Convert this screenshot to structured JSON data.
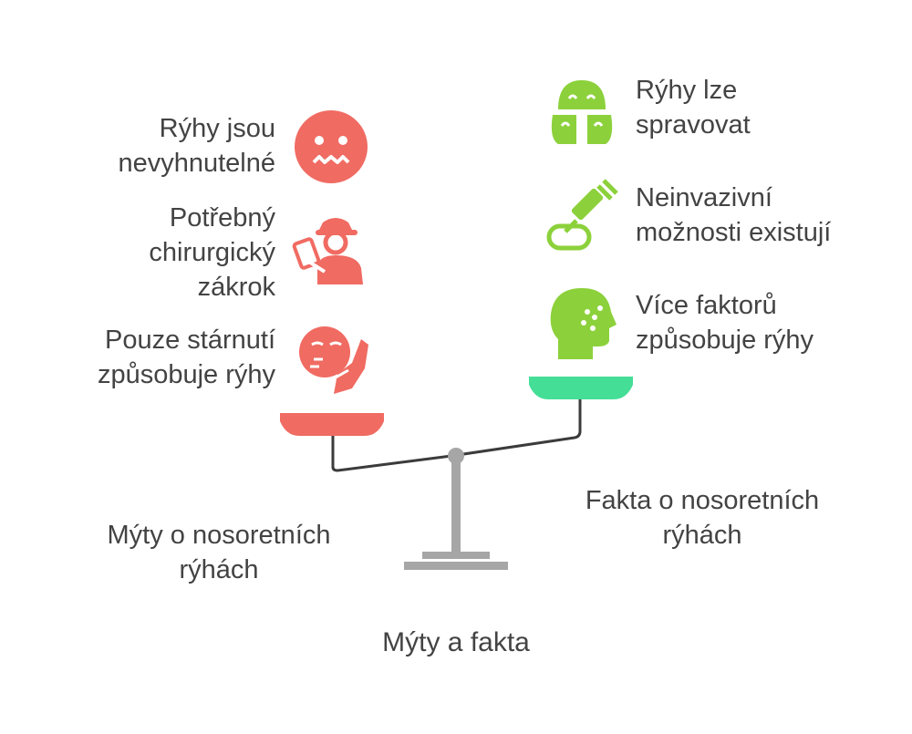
{
  "title": "Mýty a fakta",
  "myths": {
    "caption_line1": "Mýty o nosoretních",
    "caption_line2": "rýhách",
    "color": "#F06B62",
    "items": [
      {
        "line1": "Rýhy jsou",
        "line2": "nevyhnutelné",
        "line3": "",
        "icon": "sad-face-icon"
      },
      {
        "line1": "Potřebný",
        "line2": "chirurgický",
        "line3": "zákrok",
        "icon": "surgeon-icon"
      },
      {
        "line1": "Pouze stárnutí",
        "line2": "způsobuje rýhy",
        "line3": "",
        "icon": "aging-skin-icon"
      }
    ]
  },
  "facts": {
    "caption_line1": "Fakta o nosoretních",
    "caption_line2": "rýhách",
    "color": "#44DE97",
    "icon_color": "#8CD13B",
    "items": [
      {
        "line1": "Rýhy lze",
        "line2": "spravovat",
        "icon": "skin-care-icon"
      },
      {
        "line1": "Neinvazivní",
        "line2": "možnosti existují",
        "icon": "syringe-icon"
      },
      {
        "line1": "Více faktorů",
        "line2": "způsobuje rýhy",
        "icon": "head-profile-icon"
      }
    ]
  },
  "scale_color": "#A6A6A6",
  "line_color": "#3B3B3B"
}
